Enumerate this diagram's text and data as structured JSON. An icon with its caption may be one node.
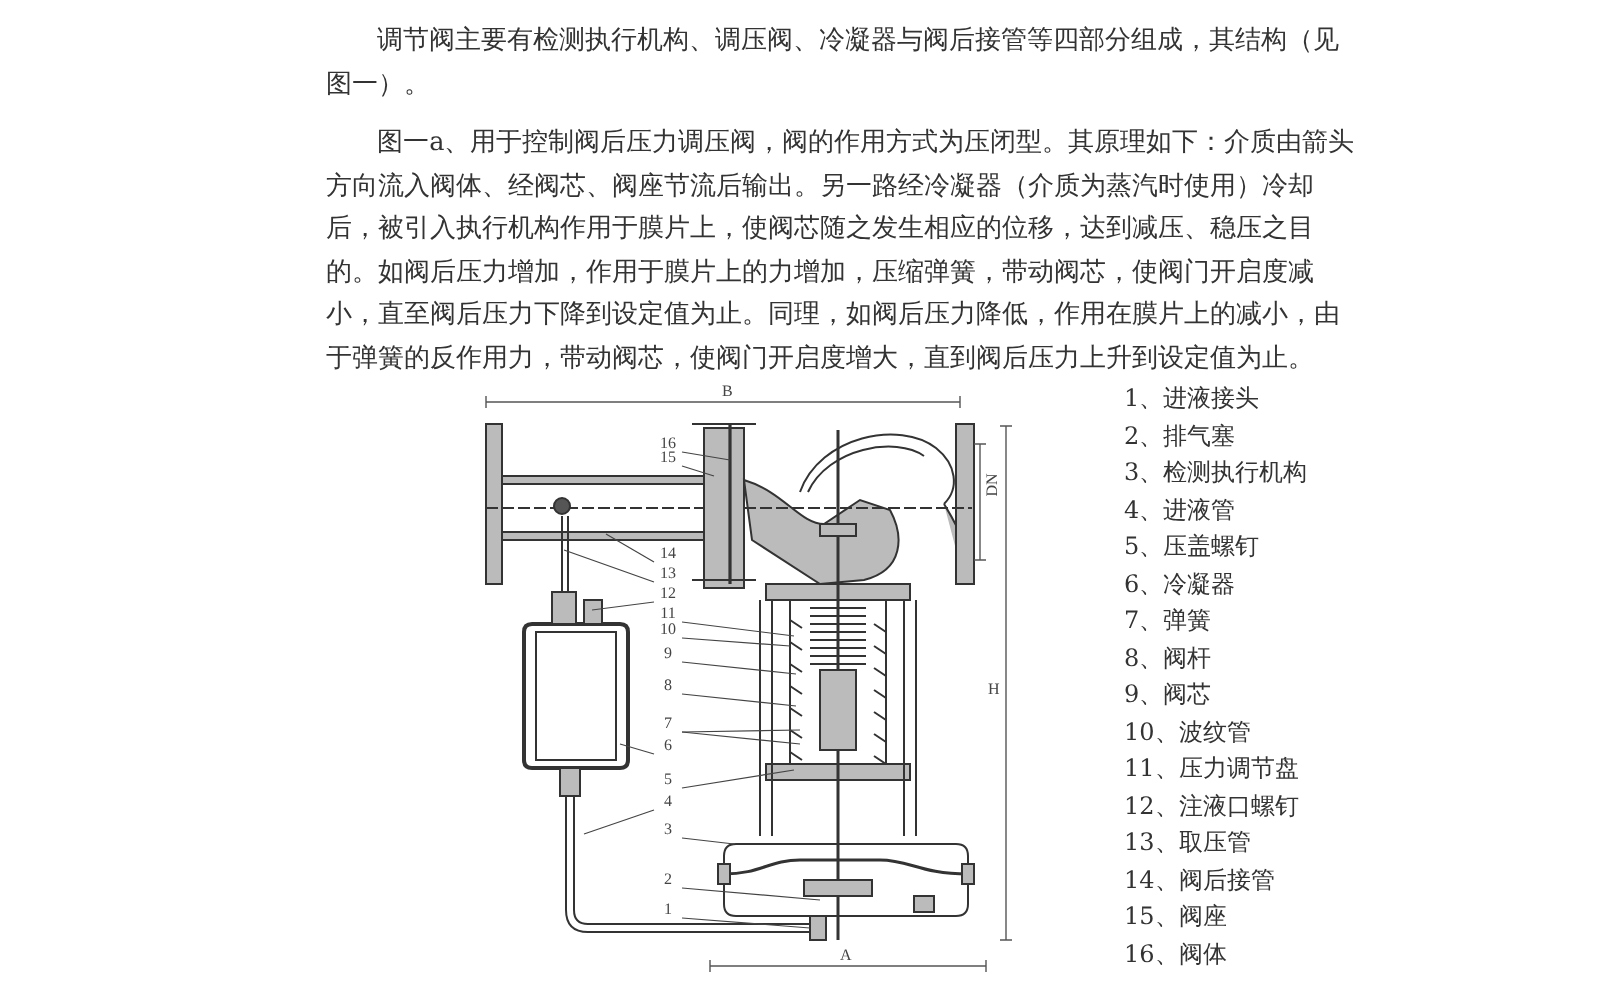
{
  "diagram": {
    "nodes": [
      {
        "text": [
          "16"
        ]
      },
      {
        "text": [
          "15"
        ]
      },
      {
        "text": [
          "14"
        ]
      },
      {
        "text": [
          "13"
        ]
      },
      {
        "text": [
          "12"
        ]
      },
      {
        "text": [
          "11"
        ]
      },
      {
        "text": [
          "10"
        ]
      },
      {
        "text": [
          "9"
        ]
      },
      {
        "text": [
          "8"
        ]
      },
      {
        "text": [
          "7"
        ]
      },
      {
        "text": [
          "6"
        ]
      },
      {
        "text": [
          "5"
        ]
      },
      {
        "text": [
          "4"
        ]
      },
      {
        "text": [
          "3"
        ]
      },
      {
        "text": [
          "2"
        ]
      },
      {
        "text": [
          "1"
        ]
      }
    ],
    "edges": [
      {
        "from": 0,
        "to": null,
        "arrow": "none"
      },
      {
        "from": 1,
        "to": null,
        "arrow": "none"
      },
      {
        "from": 2,
        "to": null,
        "arrow": "none"
      },
      {
        "from": 3,
        "to": null,
        "arrow": "none"
      },
      {
        "from": 4,
        "to": null,
        "arrow": "none"
      },
      {
        "from": 5,
        "to": null,
        "arrow": "none"
      },
      {
        "from": 6,
        "to": null,
        "arrow": "none"
      },
      {
        "from": 7,
        "to": null,
        "arrow": "none"
      },
      {
        "from": 8,
        "to": null,
        "arrow": "none"
      },
      {
        "from": 9,
        "to": null,
        "arrow": "none"
      },
      {
        "from": 9,
        "to": null,
        "arrow": "none"
      },
      {
        "from": 10,
        "to": null,
        "arrow": "none"
      },
      {
        "from": 11,
        "to": null,
        "arrow": "none"
      },
      {
        "from": 12,
        "to": null,
        "arrow": "none"
      },
      {
        "from": 13,
        "to": null,
        "arrow": "none"
      },
      {
        "from": 14,
        "to": null,
        "arrow": "none"
      },
      {
        "from": 15,
        "to": null,
        "arrow": "none"
      }
    ],
    "labels": [
      "调节阀主要有检测执行机构、调压阀、冷凝器与阀后接管等四部分组成，其结构（见图一）。",
      "图一a、用于控制阀后压力调压阀，阀的作用方式为压闭型。其原理如下：介质由箭头方向流入阀体、经阀芯、阀座节流后输出。另一路经冷凝器（介质为蒸汽时使用）冷却后，被引入执行机构作用于膜片上，使阀芯随之发生相应的位移，达到减压、稳压之目的。如阀后压力增加，作用于膜片上的力增加，压缩弹簧，带动阀芯，使阀门开启度减小，直至阀后压力下降到设定值为止。同理，如阀后压力降低，作用在膜片上的减小，由于弹簧的反作用力，带动阀芯，使阀门开启度增大，直到阀后压力上升到设定值为止。",
      "B",
      "DN",
      "H",
      "A",
      "1、进液接头",
      "2、排气塞",
      "3、检测执行机构",
      "4、进液管",
      "5、压盖螺钉",
      "6、冷凝器",
      "7、弹簧",
      "8、阀杆",
      "9、阀芯",
      "10、波纹管",
      "11、压力调节盘",
      "12、注液口螺钉",
      "13、取压管",
      "14、阀后接管",
      "15、阀座",
      "16、阀体"
    ]
  }
}
